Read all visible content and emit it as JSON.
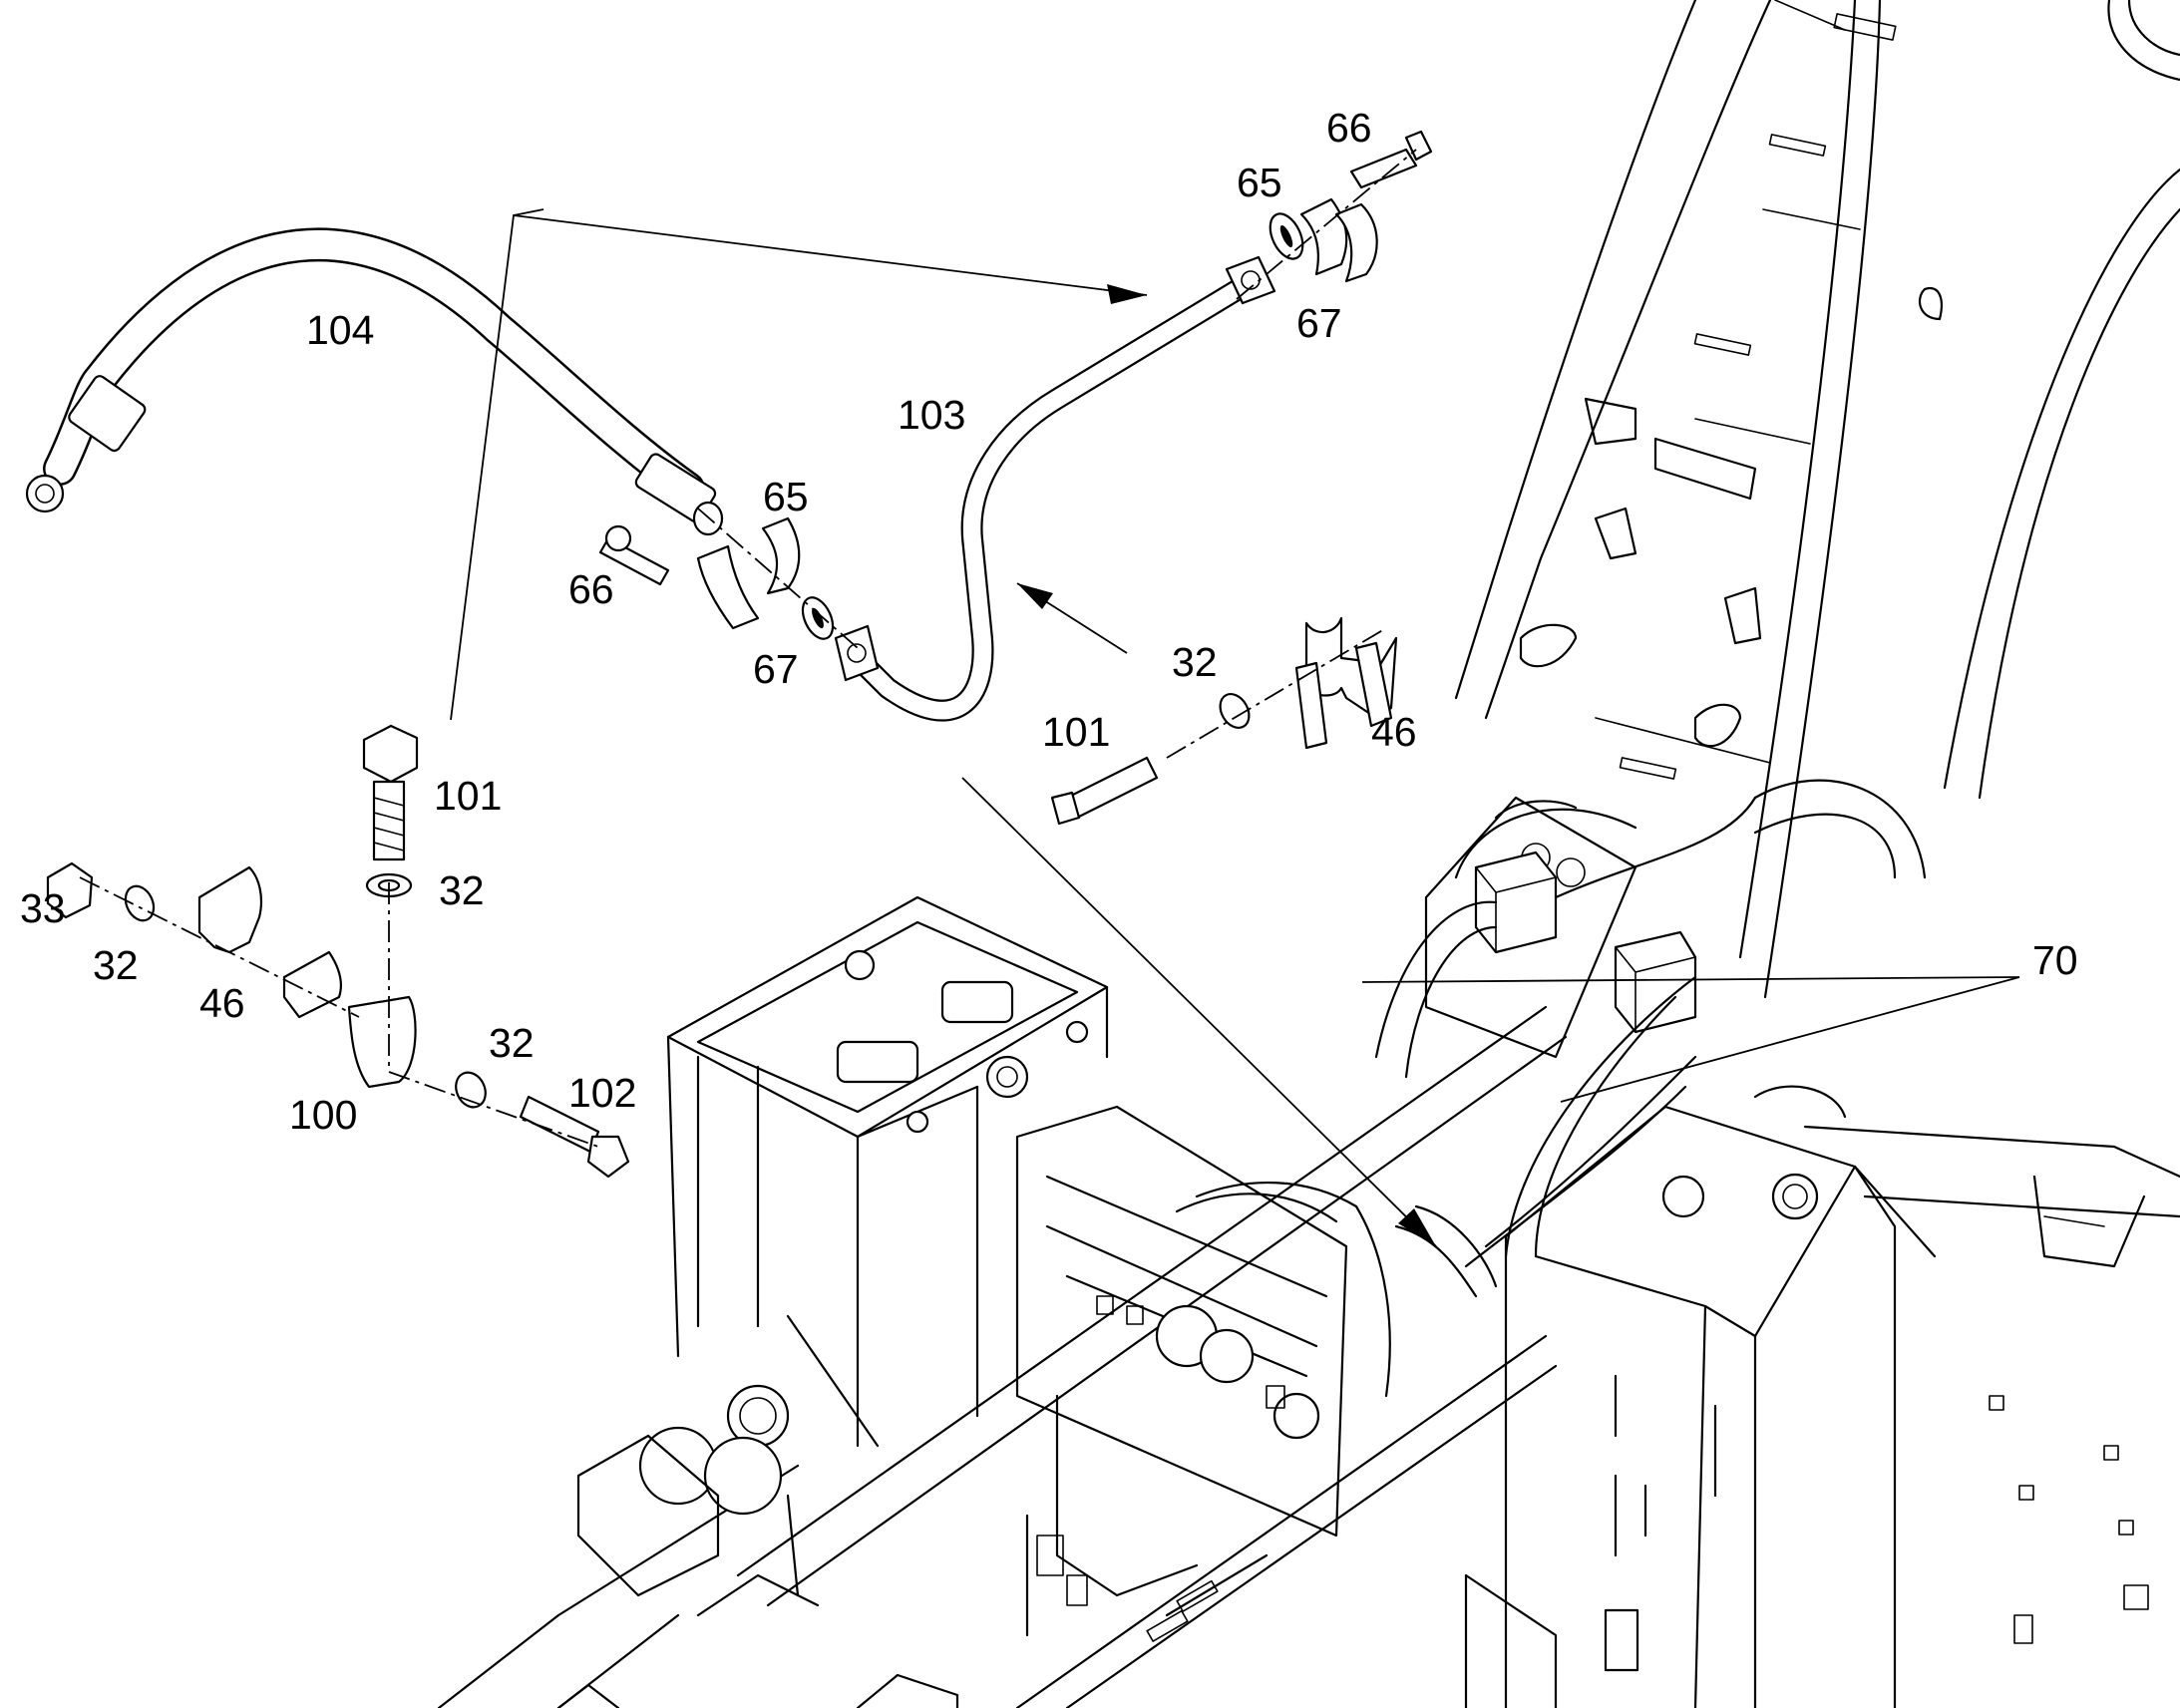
{
  "callouts": {
    "c66a": "66",
    "c65a": "65",
    "c67a": "67",
    "c104": "104",
    "c103": "103",
    "c65b": "65",
    "c66b": "66",
    "c67b": "67",
    "c32a": "32",
    "c101a": "101",
    "c46a": "46",
    "c101b": "101",
    "c32b": "32",
    "c33": "33",
    "c32c": "32",
    "c46b": "46",
    "c32d": "32",
    "c100": "100",
    "c102": "102",
    "c70": "70"
  }
}
